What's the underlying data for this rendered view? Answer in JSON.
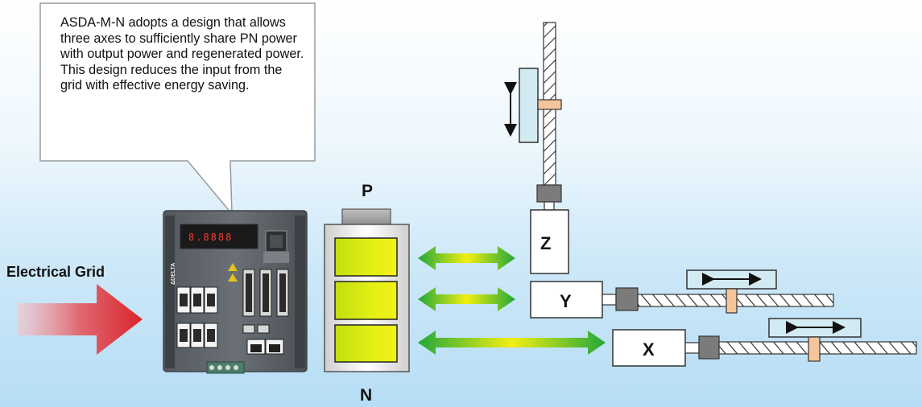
{
  "callout": {
    "text": "ASDA-M-N adopts a design that allows three axes to sufficiently share PN power with output power and regenerated power. This design reduces the input from the grid with effective energy saving."
  },
  "labels": {
    "grid": "Electrical Grid",
    "p": "P",
    "n": "N",
    "z": "Z",
    "y": "Y",
    "x": "X"
  },
  "drive": {
    "display": "8.8888",
    "logo": "ΔDELTA"
  },
  "colors": {
    "battery_cell": "#d8ec10",
    "grid_arrow": "#d9262c",
    "flow_arrow_end": "#22a83a",
    "flow_arrow_mid": "#f2ef12",
    "carriage": "#d2eaf2",
    "nut": "#f4c59b"
  }
}
